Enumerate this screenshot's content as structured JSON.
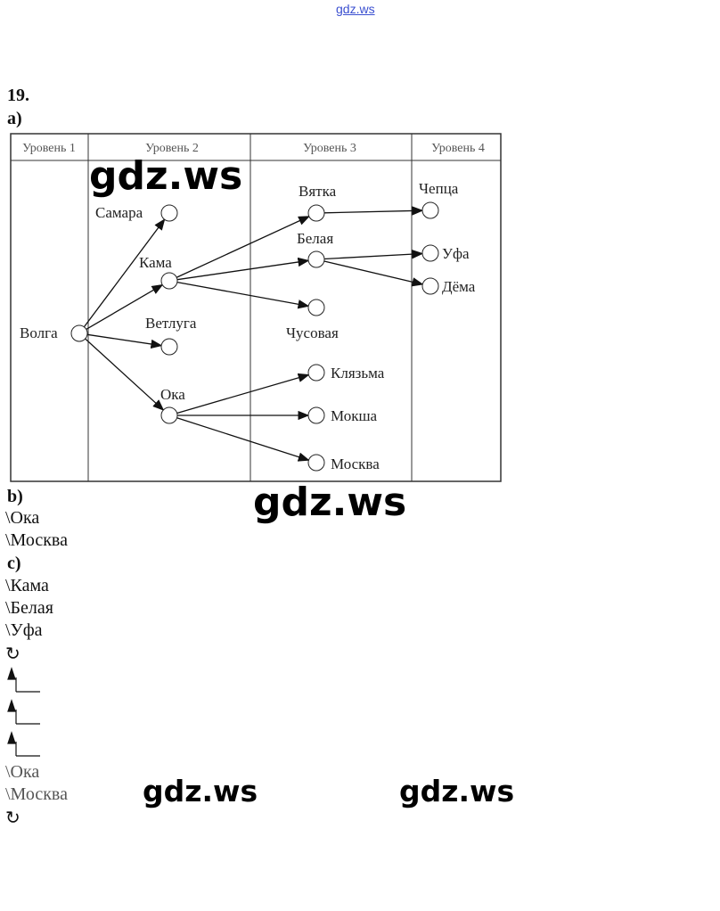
{
  "watermark": "gdz.ws",
  "task_number": "19.",
  "part_a": "a)",
  "part_b": "b)",
  "part_c": "c)",
  "levels": [
    "Уровень 1",
    "Уровень 2",
    "Уровень 3",
    "Уровень 4"
  ],
  "nodes": {
    "volga": "Волга",
    "samara": "Самара",
    "kama": "Кама",
    "vetluga": "Ветлуга",
    "oka": "Ока",
    "vyatka": "Вятка",
    "belaya": "Белая",
    "chusovaya": "Чусовая",
    "klyazma": "Клязьма",
    "moksha": "Мокша",
    "moskva": "Москва",
    "chepca": "Чепца",
    "ufa": "Уфа",
    "dyoma": "Дёма"
  },
  "edges": [
    [
      "volga",
      "samara"
    ],
    [
      "volga",
      "kama"
    ],
    [
      "volga",
      "vetluga"
    ],
    [
      "volga",
      "oka"
    ],
    [
      "kama",
      "vyatka"
    ],
    [
      "kama",
      "belaya"
    ],
    [
      "kama",
      "chusovaya"
    ],
    [
      "oka",
      "klyazma"
    ],
    [
      "oka",
      "moksha"
    ],
    [
      "oka",
      "moskva"
    ],
    [
      "vyatka",
      "chepca"
    ],
    [
      "belaya",
      "ufa"
    ],
    [
      "belaya",
      "dyoma"
    ]
  ],
  "answer_b": [
    "\\Ока",
    "\\Москва"
  ],
  "answer_c": [
    "\\Кама",
    "\\Белая",
    "\\Уфа"
  ],
  "answer_c2": [
    "\\Ока",
    "\\Москва"
  ],
  "return_symbol": "↻"
}
